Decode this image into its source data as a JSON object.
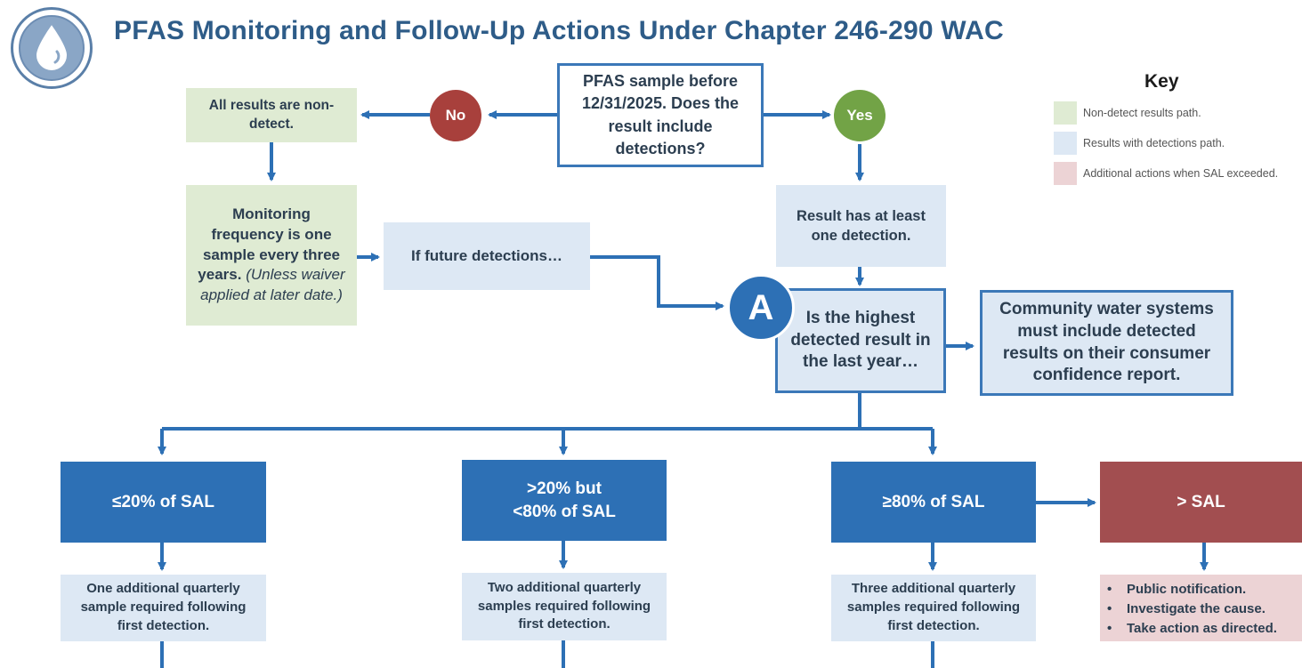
{
  "title": "PFAS Monitoring and Follow-Up Actions Under Chapter 246-290 WAC",
  "logo_icon": "water-drop-icon",
  "key": {
    "title": "Key",
    "items": [
      {
        "label": "Non-detect results path.",
        "color": "#dfebd3"
      },
      {
        "label": "Results with detections path.",
        "color": "#dde8f4"
      },
      {
        "label": "Additional actions when SAL exceeded.",
        "color": "#ecd3d5"
      }
    ]
  },
  "nodes": {
    "question": "PFAS sample before 12/31/2025. Does the result include detections?",
    "no": "No",
    "yes": "Yes",
    "non_detect": "All results are non-detect.",
    "monitoring_main": "Monitoring frequency is one sample every three years.",
    "monitoring_italic": "(Unless waiver applied at later date.)",
    "future": "If future detections…",
    "result_detect": "Result has at least one detection.",
    "marker_a": "A",
    "highest": "Is the highest detected result in the last year…",
    "ccr": "Community water systems must include detected results on their consumer confidence report.",
    "le20": "≤20% of SAL",
    "mid": ">20% but <80% of SAL",
    "ge80": "≥80% of SAL",
    "gtsal": "> SAL",
    "one_add": "One additional quarterly sample required following first detection.",
    "two_add": "Two additional quarterly samples required following first detection.",
    "three_add": "Three additional quarterly samples required following first detection.",
    "sal_actions": [
      "Public notification.",
      "Investigate the cause.",
      "Take action as directed."
    ]
  },
  "colors": {
    "title": "#2e5c88",
    "no_circle": "#a8403c",
    "yes_circle": "#72a346",
    "arrow": "#2d70b5",
    "dark_box": "#2d70b5",
    "sal_box": "#a24e50"
  }
}
